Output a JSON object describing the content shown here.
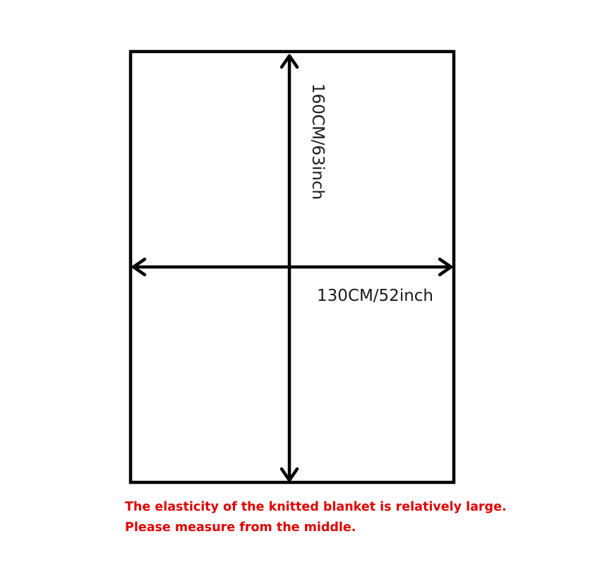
{
  "diagram": {
    "height_label": "160CM/63inch",
    "width_label": "130CM/52inch"
  },
  "note": {
    "line1": "The elasticity of the knitted blanket is relatively large.",
    "line2": "Please measure from the middle."
  },
  "colors": {
    "outline": "#000000",
    "note_text": "#e00000"
  }
}
